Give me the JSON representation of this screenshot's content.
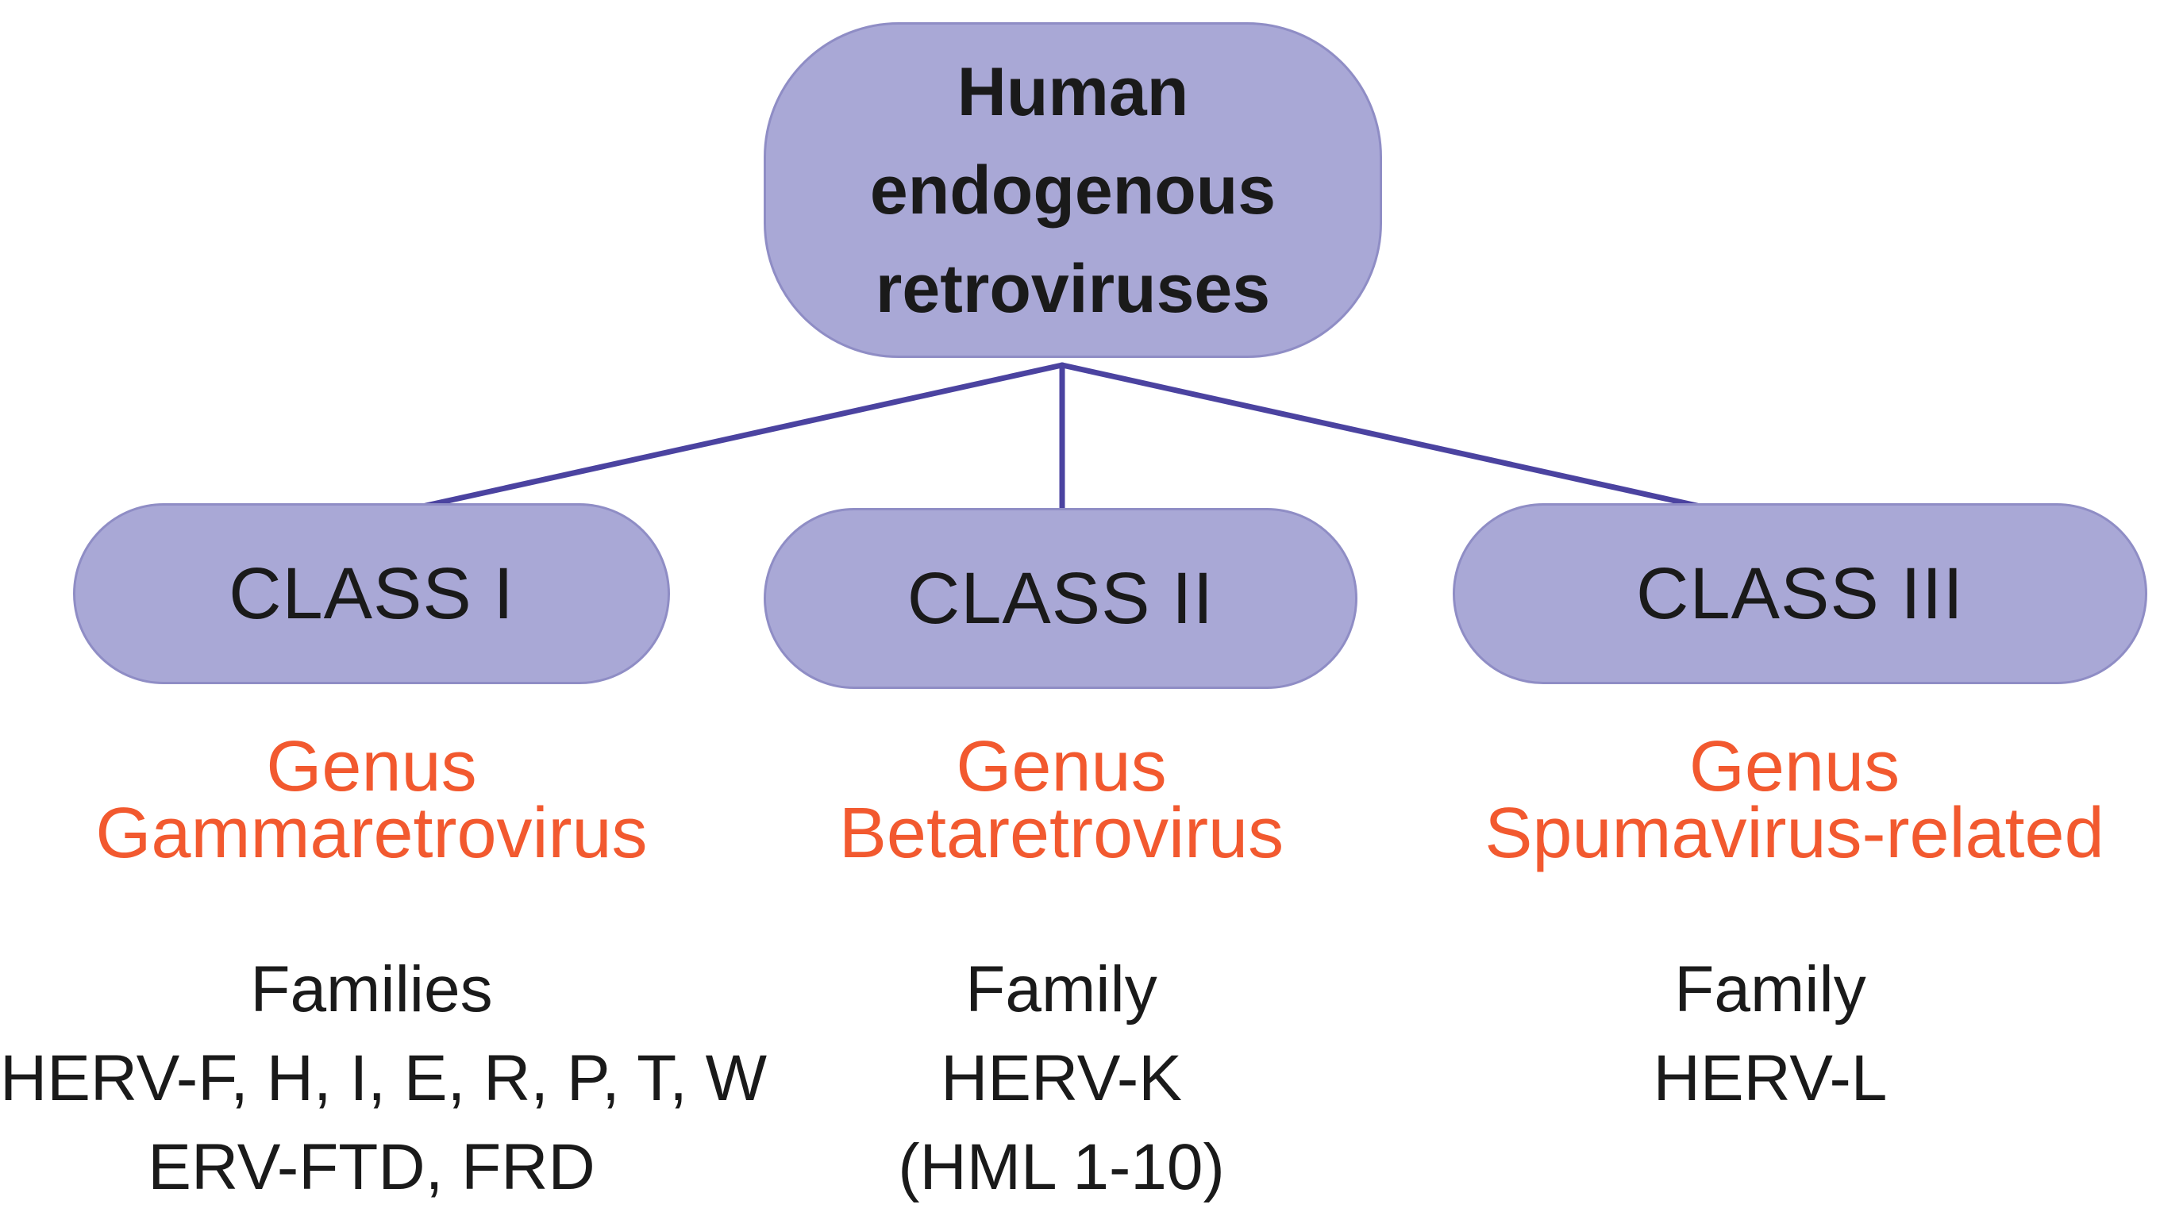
{
  "root": {
    "lines": [
      "Human",
      "endogenous",
      "retroviruses"
    ]
  },
  "classes": [
    {
      "label": "CLASS I",
      "genus": [
        "Genus",
        "Gammaretrovirus"
      ],
      "family": [
        "Families",
        "HERV-F, H, I, E, R, P, T, W",
        "ERV-FTD, FRD"
      ]
    },
    {
      "label": "CLASS II",
      "genus": [
        "Genus",
        "Betaretrovirus"
      ],
      "family": [
        "Family",
        "HERV-K",
        "(HML 1-10)"
      ]
    },
    {
      "label": "CLASS III",
      "genus": [
        "Genus",
        "Spumavirus-related"
      ],
      "family": [
        "Family",
        "HERV-L"
      ]
    }
  ],
  "colors": {
    "node_fill": "#a9a8d6",
    "connector": "#4b43a0",
    "genus_text": "#f2592f",
    "text": "#1a1a1a"
  }
}
